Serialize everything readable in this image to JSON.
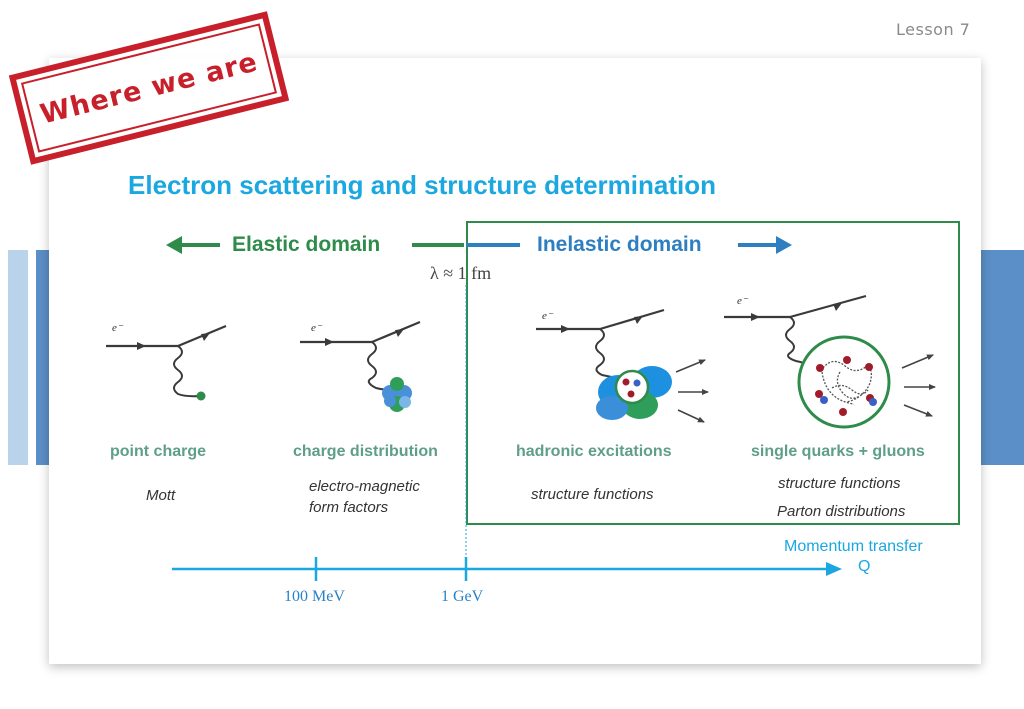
{
  "header": {
    "lesson": "Lesson 7"
  },
  "stamp": {
    "text": "Where we are"
  },
  "slide": {
    "title": "Electron scattering and structure determination",
    "elastic_domain": "Elastic domain",
    "inelastic_domain": "Inelastic domain",
    "wavelength": "λ ≈ 1 fm",
    "electron_symbol": "e⁻",
    "panels": [
      {
        "label": "point charge",
        "desc_lines": [
          "Mott"
        ]
      },
      {
        "label": "charge distribution",
        "desc_lines": [
          "electro-magnetic",
          "form factors"
        ]
      },
      {
        "label": "hadronic excitations",
        "desc_lines": [
          "structure functions"
        ]
      },
      {
        "label": "single quarks + gluons",
        "desc_lines": [
          "structure functions",
          "Parton distributions"
        ]
      }
    ],
    "axis": {
      "caption": "Momentum transfer",
      "variable": "Q",
      "ticks": [
        "100 MeV",
        "1 GeV"
      ]
    }
  },
  "colors": {
    "title": "#1ba7e0",
    "elastic": "#2e8b4a",
    "inelastic": "#2e7fc1",
    "stamp": "#c8202b",
    "axis": "#1ba7e0",
    "panel_label": "#5f9e8a"
  }
}
